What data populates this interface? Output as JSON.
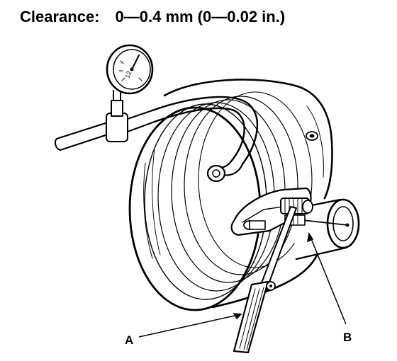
{
  "header": {
    "label": "Clearance:",
    "value": "0—0.4 mm (0—0.02 in.)"
  },
  "callouts": {
    "a": "A",
    "b": "B"
  },
  "gauge": {
    "dial_text": "12"
  },
  "colors": {
    "ink": "#000000",
    "paper": "#ffffff"
  }
}
